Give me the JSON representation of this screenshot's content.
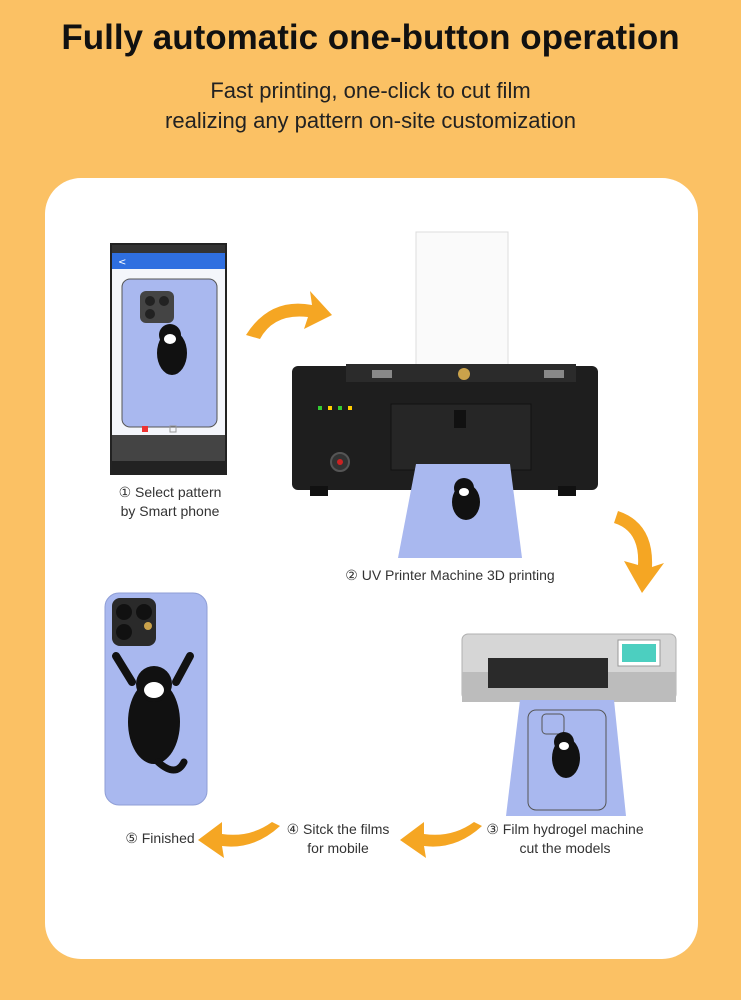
{
  "header": {
    "title": "Fully automatic one-button operation",
    "subtitle_line1": "Fast printing, one-click to cut film",
    "subtitle_line2": "realizing any pattern on-site customization"
  },
  "steps": {
    "step1_line1": "① Select pattern",
    "step1_line2": "by Smart phone",
    "step2": "② UV Printer Machine 3D printing",
    "step3_line1": "③ Film hydrogel machine",
    "step3_line2": "cut the models",
    "step4_line1": "④ Sitck the films",
    "step4_line2": "for mobile",
    "step5": "⑤ Finished"
  },
  "phone_screen": {
    "checkbox1": "",
    "checkbox2": ""
  },
  "colors": {
    "background": "#fbc164",
    "card": "#ffffff",
    "arrow": "#f5a623",
    "phone_blue": "#a9b8ef",
    "app_bar": "#2f6fe0"
  },
  "icons": [
    "curved-arrow-icon",
    "cat-illustration",
    "printer-machine",
    "cutter-machine",
    "smartphone"
  ]
}
